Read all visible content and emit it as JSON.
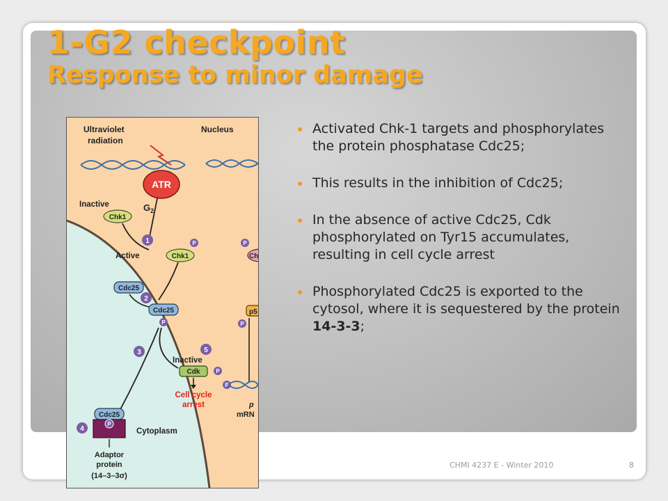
{
  "slide": {
    "title_line1": "1-G2 checkpoint",
    "title_line2": "Response to minor damage",
    "bullets": [
      {
        "text": "Activated Chk-1 targets and phosphorylates the protein phosphatase Cdc25;"
      },
      {
        "text": "This results in the inhibition of Cdc25;"
      },
      {
        "text": "In the absence of active Cdc25, Cdk phosphorylated on Tyr15 accumulates, resulting in cell cycle arrest"
      },
      {
        "text_before": "Phosphorylated Cdc25 is exported to the cytosol, where it is sequestered by the protein ",
        "text_bold": "14-3-3",
        "text_after": ";"
      }
    ],
    "footer": "CHMI 4237 E - Winter 2010",
    "page_number": "8"
  },
  "diagram": {
    "uv_line1": "Ultraviolet",
    "uv_line2": "radiation",
    "nucleus": "Nucleus",
    "atr": "ATR",
    "inactive_top": "Inactive",
    "g2": "G",
    "g2_sub": "2",
    "chk1": "Chk1",
    "active": "Active",
    "cdc25": "Cdc25",
    "inactive_cdk": "Inactive",
    "cdk": "Cdk",
    "arrest_line1": "Cell cycle",
    "arrest_line2": "arrest",
    "cytoplasm": "Cytoplasm",
    "adaptor_line1": "Adaptor",
    "adaptor_line2": "protein",
    "adaptor_line3": "(14–3–3σ)",
    "p": "P",
    "step1": "1",
    "step2": "2",
    "step3": "3",
    "step4": "4",
    "step5": "5",
    "partial_ch": "Ch",
    "partial_p5": "p5",
    "partial_p": "p",
    "partial_mrn": "mRN",
    "colors": {
      "nucleus": "#fbd5a8",
      "cytoplasm": "#d9efe9",
      "atr": "#e5433a",
      "chk1": "#d3e07a",
      "cdc25": "#8fb8dc",
      "step_badge": "#7b5ea8",
      "arrest": "#e2231a",
      "adaptor": "#7a1f57",
      "title": "#f6a821",
      "bullet": "#f19a24"
    }
  }
}
